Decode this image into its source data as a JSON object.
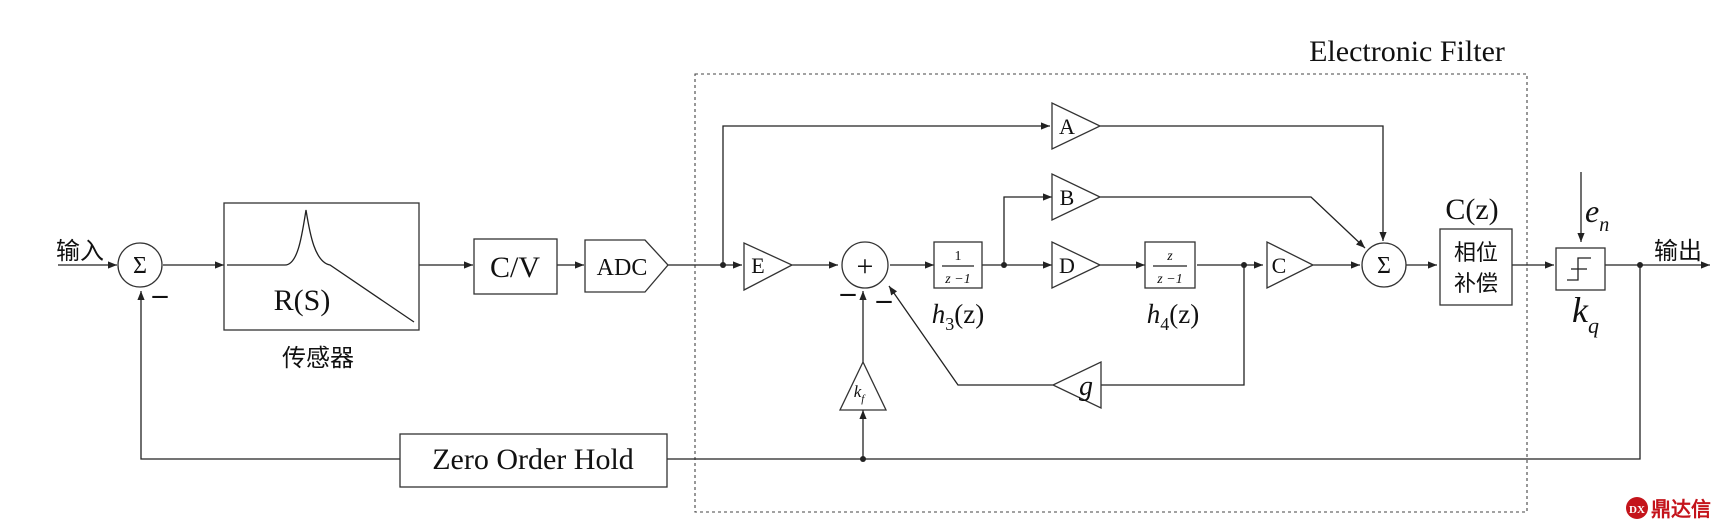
{
  "filter_region": {
    "title": "Electronic Filter"
  },
  "signals": {
    "input": "输入",
    "output": "输出"
  },
  "sensor": {
    "tf": "R(S)",
    "caption": "传感器"
  },
  "blocks": {
    "cv": "C/V",
    "adc": "ADC",
    "zoh": "Zero Order Hold",
    "cz": {
      "title": "C(z)",
      "line1": "相位",
      "line2": "补偿"
    }
  },
  "gains": {
    "A": "A",
    "B": "B",
    "C": "C",
    "D": "D",
    "E": "E",
    "g": "g"
  },
  "kf": {
    "base": "k",
    "sub": "f"
  },
  "h3": {
    "name": "h",
    "sub": "3",
    "arg": "(z)",
    "num": "1",
    "den": "z −1"
  },
  "h4": {
    "name": "h",
    "sub": "4",
    "arg": "(z)",
    "num": "z",
    "den": "z −1"
  },
  "quantizer": {
    "k": "k",
    "k_sub": "q",
    "e": "e",
    "e_sub": "n"
  },
  "symbols": {
    "sigma": "Σ",
    "plus": "+",
    "minus": "–"
  },
  "watermark": {
    "text": "鼎达信"
  }
}
